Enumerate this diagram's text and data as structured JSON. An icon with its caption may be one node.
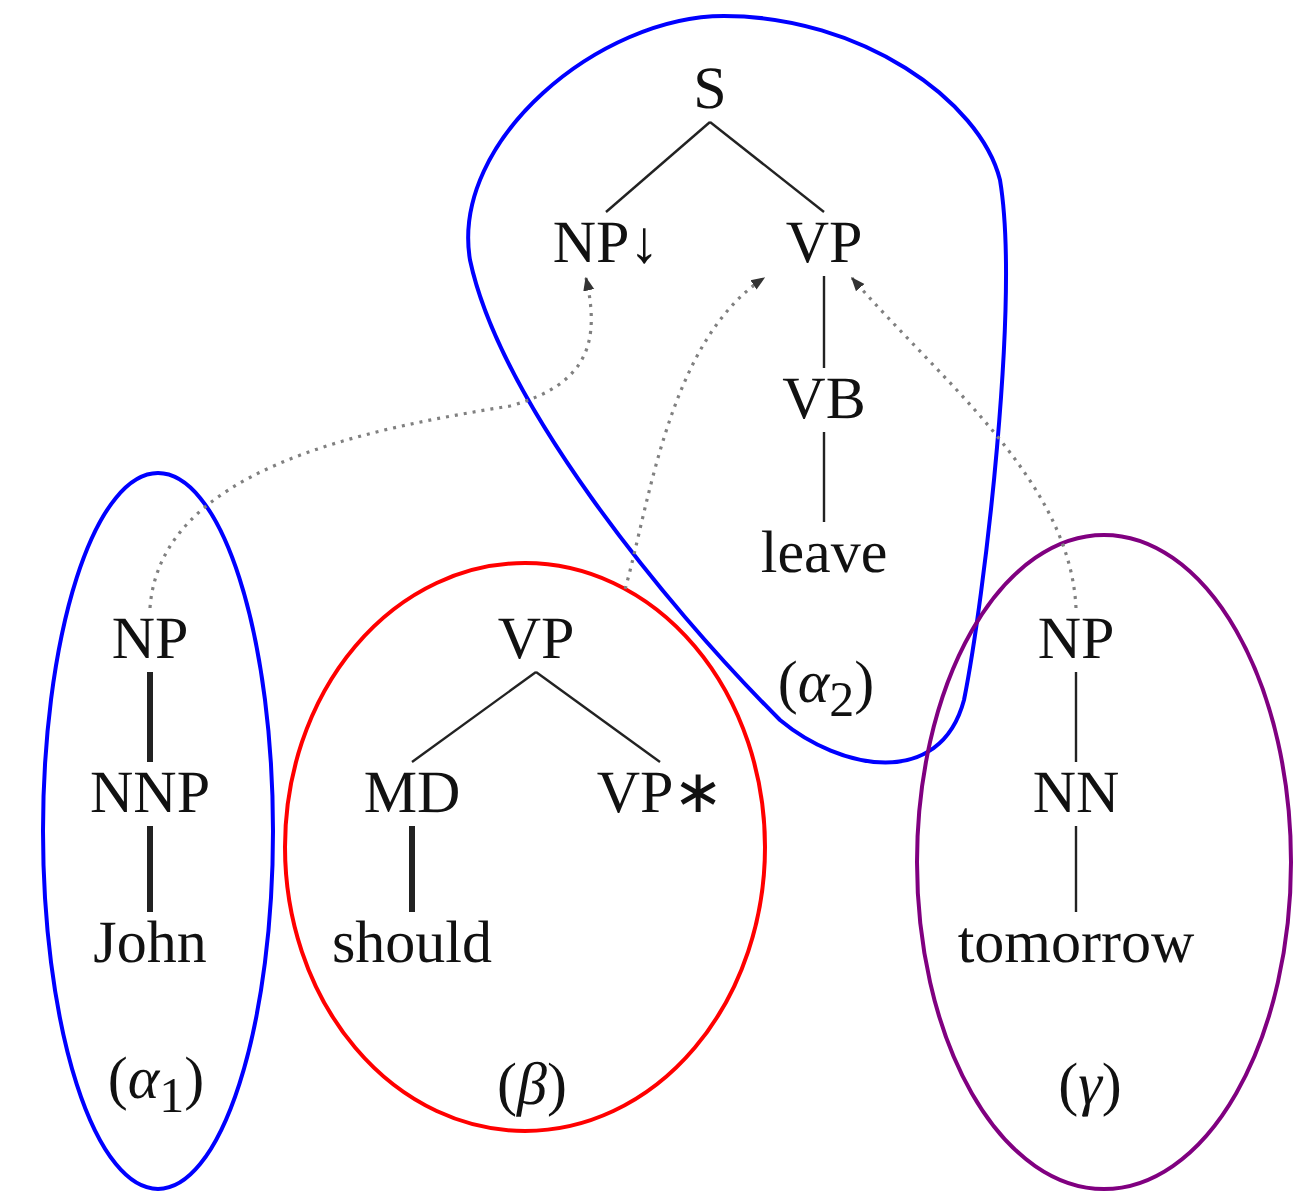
{
  "diagram": {
    "nodes": [
      {
        "text": [
          "(*α*$_{2}$)"
        ]
      },
      {
        "text": [
          "S"
        ],
        "in": 0
      },
      {
        "text": [
          "NP↓"
        ],
        "in": 0
      },
      {
        "text": [
          "VP"
        ],
        "in": 0
      },
      {
        "text": [
          "VB"
        ],
        "in": 0
      },
      {
        "text": [
          "leave"
        ],
        "in": 0
      },
      {
        "text": [
          "(*α*$_{1}$)"
        ]
      },
      {
        "text": [
          "NP"
        ],
        "in": 6
      },
      {
        "text": [
          "NNP"
        ],
        "in": 6
      },
      {
        "text": [
          "John"
        ],
        "in": 6
      },
      {
        "text": [
          "(*β*)"
        ]
      },
      {
        "text": [
          "VP"
        ],
        "in": 10
      },
      {
        "text": [
          "MD"
        ],
        "in": 10
      },
      {
        "text": [
          "VP∗"
        ],
        "in": 10
      },
      {
        "text": [
          "should"
        ],
        "in": 10
      },
      {
        "text": [
          "(*γ*)"
        ]
      },
      {
        "text": [
          "NP"
        ],
        "in": 15
      },
      {
        "text": [
          "NN"
        ],
        "in": 15
      },
      {
        "text": [
          "tomorrow"
        ],
        "in": 15
      }
    ],
    "edges": [
      {
        "from": 1,
        "to": 2,
        "arrow": "none"
      },
      {
        "from": 1,
        "to": 3,
        "arrow": "none"
      },
      {
        "from": 3,
        "to": 4,
        "arrow": "none"
      },
      {
        "from": 4,
        "to": 5,
        "arrow": "none"
      },
      {
        "from": 7,
        "to": 8,
        "arrow": "none",
        "style": "thick"
      },
      {
        "from": 8,
        "to": 9,
        "arrow": "none",
        "style": "thick"
      },
      {
        "from": 11,
        "to": 12,
        "arrow": "none"
      },
      {
        "from": 11,
        "to": 13,
        "arrow": "none"
      },
      {
        "from": 12,
        "to": 14,
        "arrow": "none",
        "style": "thick"
      },
      {
        "from": 16,
        "to": 17,
        "arrow": "none"
      },
      {
        "from": 17,
        "to": 18,
        "arrow": "none"
      },
      {
        "from": 7,
        "to": 2,
        "arrow": "to",
        "style": "dashed",
        "color": "#808080"
      },
      {
        "from": 10,
        "to": 3,
        "arrow": "to",
        "style": "dashed",
        "color": "#808080"
      },
      {
        "from": 16,
        "to": 3,
        "arrow": "to",
        "style": "dashed",
        "color": "#808080"
      }
    ]
  }
}
